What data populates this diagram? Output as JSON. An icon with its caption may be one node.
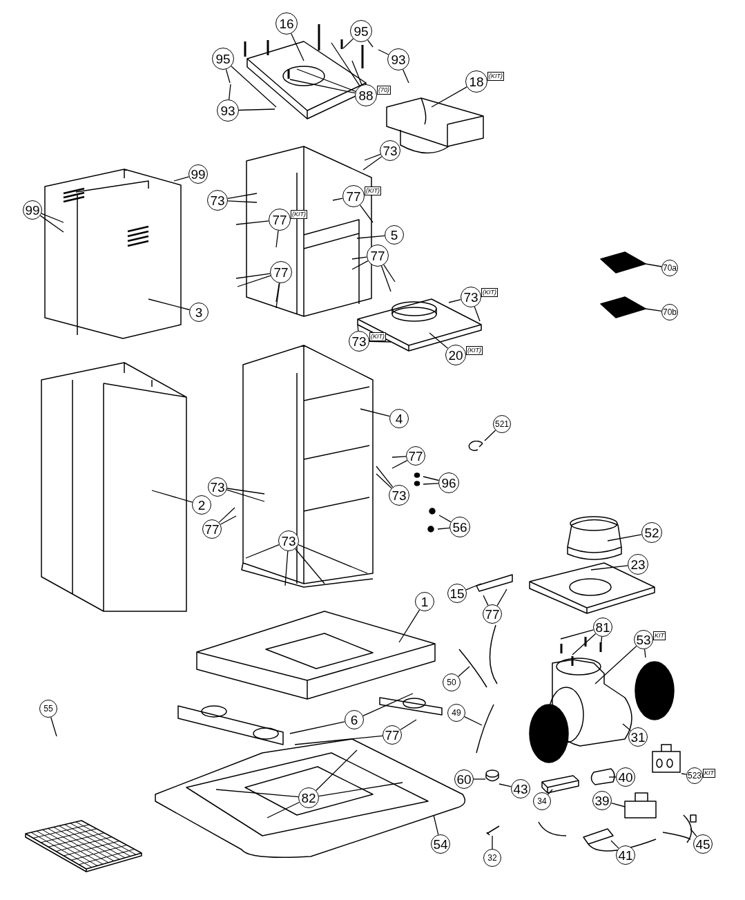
{
  "diagram": {
    "nodes": [
      {
        "text": [
          "16"
        ]
      },
      {
        "text": [
          "95"
        ]
      },
      {
        "text": [
          "93"
        ]
      },
      {
        "text": [
          "95"
        ]
      },
      {
        "text": [
          "93"
        ]
      },
      {
        "text": [
          "88",
          "(70)"
        ]
      },
      {
        "text": [
          "18",
          "(KIT)"
        ]
      },
      {
        "text": [
          "99"
        ]
      },
      {
        "text": [
          "99"
        ]
      },
      {
        "text": [
          "73"
        ]
      },
      {
        "text": [
          "73"
        ]
      },
      {
        "text": [
          "77",
          "(KIT)"
        ]
      },
      {
        "text": [
          "77",
          "(KIT)"
        ]
      },
      {
        "text": [
          "5"
        ]
      },
      {
        "text": [
          "77"
        ]
      },
      {
        "text": [
          "77"
        ]
      },
      {
        "text": [
          "3"
        ]
      },
      {
        "text": [
          "73",
          "(KIT)"
        ]
      },
      {
        "text": [
          "73",
          "(KIT)"
        ]
      },
      {
        "text": [
          "20",
          "(KIT)"
        ]
      },
      {
        "text": [
          "70a"
        ]
      },
      {
        "text": [
          "70b"
        ]
      },
      {
        "text": [
          "4"
        ]
      },
      {
        "text": [
          "521"
        ]
      },
      {
        "text": [
          "77"
        ]
      },
      {
        "text": [
          "96"
        ]
      },
      {
        "text": [
          "73"
        ]
      },
      {
        "text": [
          "56"
        ]
      },
      {
        "text": [
          "52"
        ]
      },
      {
        "text": [
          "2"
        ]
      },
      {
        "text": [
          "73"
        ]
      },
      {
        "text": [
          "77"
        ]
      },
      {
        "text": [
          "73"
        ]
      },
      {
        "text": [
          "23"
        ]
      },
      {
        "text": [
          "15"
        ]
      },
      {
        "text": [
          "77"
        ]
      },
      {
        "text": [
          "1"
        ]
      },
      {
        "text": [
          "81"
        ]
      },
      {
        "text": [
          "53",
          "KIT"
        ]
      },
      {
        "text": [
          "50"
        ]
      },
      {
        "text": [
          "6"
        ]
      },
      {
        "text": [
          "49"
        ]
      },
      {
        "text": [
          "77"
        ]
      },
      {
        "text": [
          "31"
        ]
      },
      {
        "text": [
          "523",
          "KIT"
        ]
      },
      {
        "text": [
          "60"
        ]
      },
      {
        "text": [
          "43"
        ]
      },
      {
        "text": [
          "40"
        ]
      },
      {
        "text": [
          "34"
        ]
      },
      {
        "text": [
          "39"
        ]
      },
      {
        "text": [
          "55"
        ]
      },
      {
        "text": [
          "82"
        ]
      },
      {
        "text": [
          "54"
        ]
      },
      {
        "text": [
          "32"
        ]
      },
      {
        "text": [
          "41"
        ]
      },
      {
        "text": [
          "45"
        ]
      },
      {
        "text": [],
        "shape": "picture"
      },
      {
        "text": [],
        "shape": "picture"
      },
      {
        "text": [],
        "shape": "picture"
      },
      {
        "text": [],
        "shape": "picture"
      }
    ],
    "edges": [
      {
        "from": 0,
        "to": null,
        "arrow": "none"
      },
      {
        "from": 1,
        "to": null,
        "arrow": "none"
      },
      {
        "from": 1,
        "to": null,
        "arrow": "none"
      },
      {
        "from": 2,
        "to": null,
        "arrow": "none"
      },
      {
        "from": 2,
        "to": null,
        "arrow": "none"
      },
      {
        "from": 3,
        "to": null,
        "arrow": "none"
      },
      {
        "from": 3,
        "to": null,
        "arrow": "none"
      },
      {
        "from": 4,
        "to": null,
        "arrow": "none"
      },
      {
        "from": 4,
        "to": null,
        "arrow": "none"
      },
      {
        "from": 5,
        "to": null,
        "arrow": "none"
      },
      {
        "from": 5,
        "to": null,
        "arrow": "none"
      },
      {
        "from": 5,
        "to": null,
        "arrow": "none"
      },
      {
        "from": 5,
        "to": null,
        "arrow": "none"
      },
      {
        "from": 6,
        "to": null,
        "arrow": "none"
      },
      {
        "from": 7,
        "to": null,
        "arrow": "none"
      },
      {
        "from": 8,
        "to": null,
        "arrow": "none"
      },
      {
        "from": 8,
        "to": null,
        "arrow": "none"
      },
      {
        "from": 9,
        "to": null,
        "arrow": "none"
      },
      {
        "from": 9,
        "to": null,
        "arrow": "none"
      },
      {
        "from": 10,
        "to": null,
        "arrow": "none"
      },
      {
        "from": 10,
        "to": null,
        "arrow": "none"
      },
      {
        "from": 11,
        "to": null,
        "arrow": "none"
      },
      {
        "from": 11,
        "to": null,
        "arrow": "none"
      },
      {
        "from": 12,
        "to": null,
        "arrow": "none"
      },
      {
        "from": 12,
        "to": null,
        "arrow": "none"
      },
      {
        "from": 13,
        "to": null,
        "arrow": "none"
      },
      {
        "from": 14,
        "to": null,
        "arrow": "none"
      },
      {
        "from": 14,
        "to": null,
        "arrow": "none"
      },
      {
        "from": 14,
        "to": null,
        "arrow": "none"
      },
      {
        "from": 14,
        "to": null,
        "arrow": "none"
      },
      {
        "from": 15,
        "to": null,
        "arrow": "none"
      },
      {
        "from": 15,
        "to": null,
        "arrow": "none"
      },
      {
        "from": 15,
        "to": null,
        "arrow": "none"
      },
      {
        "from": 15,
        "to": null,
        "arrow": "none"
      },
      {
        "from": 16,
        "to": null,
        "arrow": "none"
      },
      {
        "from": 17,
        "to": null,
        "arrow": "none"
      },
      {
        "from": 17,
        "to": null,
        "arrow": "none"
      },
      {
        "from": 18,
        "to": null,
        "arrow": "none"
      },
      {
        "from": 18,
        "to": null,
        "arrow": "none"
      },
      {
        "from": 19,
        "to": null,
        "arrow": "none"
      },
      {
        "from": 20,
        "to": null,
        "arrow": "none"
      },
      {
        "from": 21,
        "to": null,
        "arrow": "none"
      },
      {
        "from": 22,
        "to": null,
        "arrow": "none"
      },
      {
        "from": 23,
        "to": 56,
        "arrow": "none"
      },
      {
        "from": 24,
        "to": null,
        "arrow": "none"
      },
      {
        "from": 24,
        "to": null,
        "arrow": "none"
      },
      {
        "from": 25,
        "to": null,
        "arrow": "none"
      },
      {
        "from": 25,
        "to": null,
        "arrow": "none"
      },
      {
        "from": 26,
        "to": null,
        "arrow": "none"
      },
      {
        "from": 26,
        "to": null,
        "arrow": "none"
      },
      {
        "from": 27,
        "to": null,
        "arrow": "none"
      },
      {
        "from": 27,
        "to": null,
        "arrow": "none"
      },
      {
        "from": 28,
        "to": null,
        "arrow": "none"
      },
      {
        "from": 29,
        "to": null,
        "arrow": "none"
      },
      {
        "from": 30,
        "to": null,
        "arrow": "none"
      },
      {
        "from": 30,
        "to": null,
        "arrow": "none"
      },
      {
        "from": 31,
        "to": null,
        "arrow": "none"
      },
      {
        "from": 31,
        "to": null,
        "arrow": "none"
      },
      {
        "from": 32,
        "to": null,
        "arrow": "none"
      },
      {
        "from": 32,
        "to": null,
        "arrow": "none"
      },
      {
        "from": 32,
        "to": null,
        "arrow": "none"
      },
      {
        "from": 32,
        "to": null,
        "arrow": "none"
      },
      {
        "from": 33,
        "to": null,
        "arrow": "none"
      },
      {
        "from": 34,
        "to": null,
        "arrow": "none"
      },
      {
        "from": 35,
        "to": null,
        "arrow": "none"
      },
      {
        "from": 35,
        "to": null,
        "arrow": "none"
      },
      {
        "from": 36,
        "to": null,
        "arrow": "none"
      },
      {
        "from": 37,
        "to": null,
        "arrow": "none"
      },
      {
        "from": 37,
        "to": null,
        "arrow": "none"
      },
      {
        "from": 37,
        "to": null,
        "arrow": "none"
      },
      {
        "from": 38,
        "to": null,
        "arrow": "none"
      },
      {
        "from": 38,
        "to": null,
        "arrow": "none"
      },
      {
        "from": 39,
        "to": null,
        "arrow": "none"
      },
      {
        "from": 40,
        "to": null,
        "arrow": "none"
      },
      {
        "from": 40,
        "to": null,
        "arrow": "none"
      },
      {
        "from": 41,
        "to": null,
        "arrow": "none"
      },
      {
        "from": 42,
        "to": null,
        "arrow": "none"
      },
      {
        "from": 42,
        "to": null,
        "arrow": "none"
      },
      {
        "from": 43,
        "to": null,
        "arrow": "none"
      },
      {
        "from": 44,
        "to": 57,
        "arrow": "none"
      },
      {
        "from": 45,
        "to": 58,
        "arrow": "none"
      },
      {
        "from": 46,
        "to": 58,
        "arrow": "none"
      },
      {
        "from": 47,
        "to": null,
        "arrow": "none"
      },
      {
        "from": 48,
        "to": null,
        "arrow": "none"
      },
      {
        "from": 49,
        "to": null,
        "arrow": "none"
      },
      {
        "from": 50,
        "to": null,
        "arrow": "none"
      },
      {
        "from": 51,
        "to": null,
        "arrow": "none"
      },
      {
        "from": 51,
        "to": null,
        "arrow": "none"
      },
      {
        "from": 51,
        "to": null,
        "arrow": "none"
      },
      {
        "from": 51,
        "to": null,
        "arrow": "none"
      },
      {
        "from": 52,
        "to": null,
        "arrow": "none"
      },
      {
        "from": 53,
        "to": 59,
        "arrow": "none"
      },
      {
        "from": 54,
        "to": null,
        "arrow": "none"
      },
      {
        "from": 55,
        "to": null,
        "arrow": "none"
      }
    ]
  }
}
